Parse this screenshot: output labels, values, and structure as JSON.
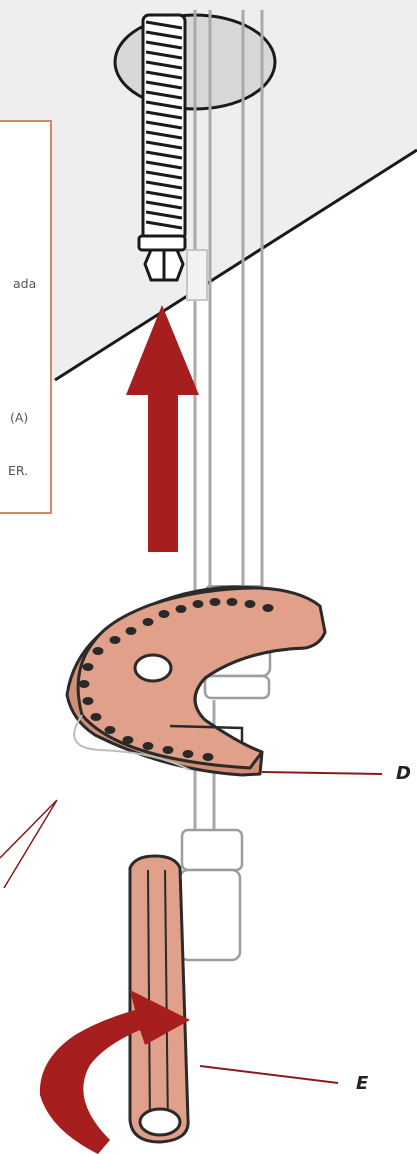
{
  "instruction_box": {
    "text_fragments": [
      "ada",
      "(A)",
      "ER."
    ]
  },
  "callouts": {
    "d_label": "D",
    "e_label": "E"
  },
  "colors": {
    "part_fill": "#e0a089",
    "part_outline": "#2a2a2a",
    "arrow_red": "#a61e1e",
    "box_border": "#d4876a",
    "ceiling_fill": "#eeeeee",
    "ceiling_line": "#1a1a1a",
    "pipe_stroke": "#a9a9a9",
    "leader_line": "#8b1a1a"
  },
  "icons": {
    "up_arrow": "up-arrow-icon",
    "rotate_arrow": "rotate-arrow-icon"
  }
}
